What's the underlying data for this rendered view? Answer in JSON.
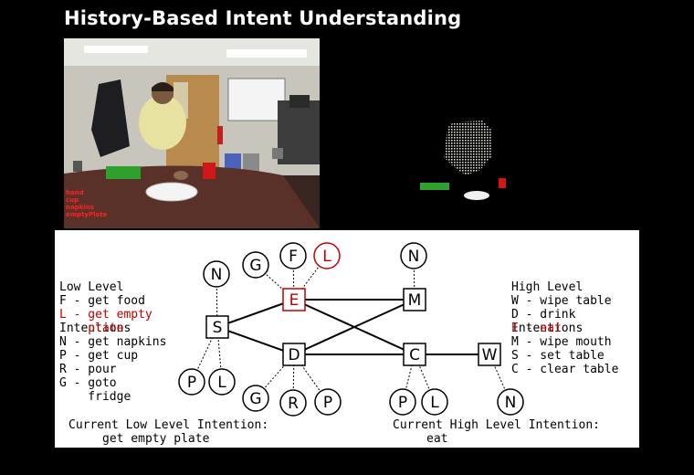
{
  "title": "History-Based Intent Understanding",
  "colors": {
    "highlight": "#c00000",
    "text": "#000000",
    "panel": "#ffffff"
  },
  "detections": [
    "hand",
    "cup",
    "napkins",
    "emptyPlate"
  ],
  "low_level": {
    "heading": [
      "Low Level",
      "Intentions"
    ],
    "items": [
      {
        "line1": "F - get food",
        "line2": "",
        "active": false
      },
      {
        "line1": "L - get empty",
        "line2": "    plate",
        "active": true
      },
      {
        "line1": "N - get napkins",
        "line2": "",
        "active": false
      },
      {
        "line1": "P - get cup",
        "line2": "",
        "active": false
      },
      {
        "line1": "R - pour",
        "line2": "",
        "active": false
      },
      {
        "line1": "G - goto",
        "line2": "    fridge",
        "active": false
      }
    ]
  },
  "high_level": {
    "heading": [
      "High Level",
      "Intentions"
    ],
    "items": [
      {
        "text": "W - wipe table",
        "active": false
      },
      {
        "text": "D - drink",
        "active": false
      },
      {
        "text": "E - eat",
        "active": true
      },
      {
        "text": "M - wipe mouth",
        "active": false
      },
      {
        "text": "S - set table",
        "active": false
      },
      {
        "text": "C - clear table",
        "active": false
      }
    ]
  },
  "current_low": {
    "label": "Current Low Level Intention:",
    "value": "get empty plate"
  },
  "current_high": {
    "label": "Current High Level Intention:",
    "value": "eat"
  },
  "graph": {
    "states": [
      {
        "id": "S",
        "active": false
      },
      {
        "id": "E",
        "active": true
      },
      {
        "id": "D",
        "active": false
      },
      {
        "id": "M",
        "active": false
      },
      {
        "id": "C",
        "active": false
      },
      {
        "id": "W",
        "active": false
      }
    ],
    "observations": [
      {
        "label": "N",
        "parent": "S",
        "active": false
      },
      {
        "label": "P",
        "parent": "S",
        "active": false
      },
      {
        "label": "L",
        "parent": "S",
        "active": false
      },
      {
        "label": "G",
        "parent": "E",
        "active": false
      },
      {
        "label": "F",
        "parent": "E",
        "active": false
      },
      {
        "label": "L",
        "parent": "E",
        "active": true
      },
      {
        "label": "G",
        "parent": "D",
        "active": false
      },
      {
        "label": "R",
        "parent": "D",
        "active": false
      },
      {
        "label": "P",
        "parent": "D",
        "active": false
      },
      {
        "label": "N",
        "parent": "M",
        "active": false
      },
      {
        "label": "P",
        "parent": "C",
        "active": false
      },
      {
        "label": "L",
        "parent": "C",
        "active": false
      },
      {
        "label": "N",
        "parent": "W",
        "active": false
      }
    ],
    "transitions": [
      [
        "S",
        "E"
      ],
      [
        "S",
        "D"
      ],
      [
        "E",
        "M"
      ],
      [
        "E",
        "C"
      ],
      [
        "D",
        "M"
      ],
      [
        "D",
        "C"
      ],
      [
        "C",
        "W"
      ]
    ]
  }
}
